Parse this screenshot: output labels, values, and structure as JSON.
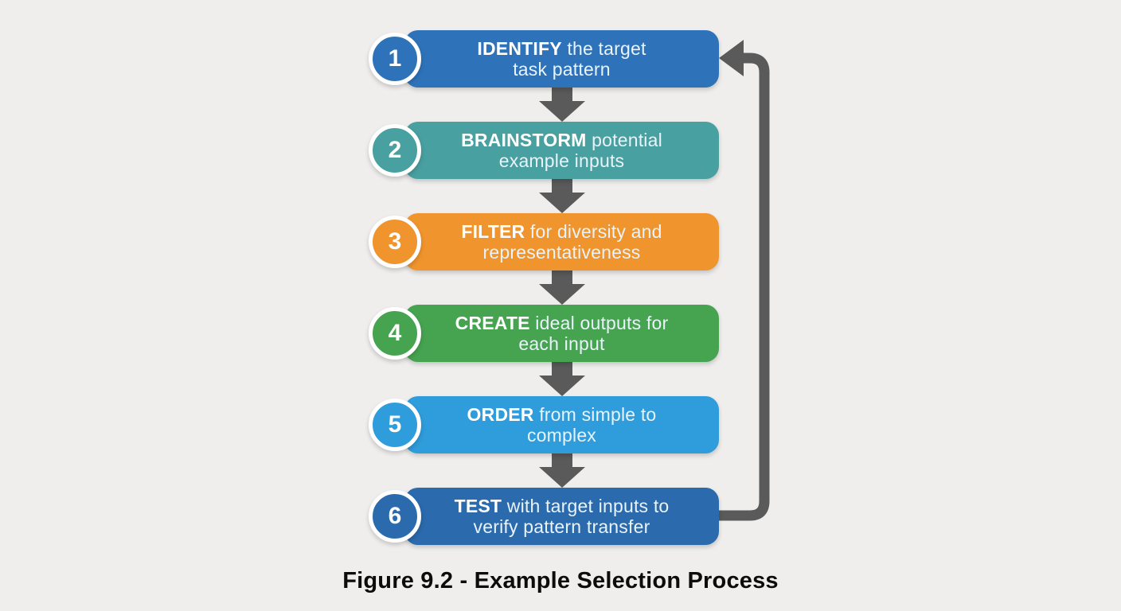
{
  "background": "#efeeed",
  "colors": {
    "arrow": "#5a5a5a",
    "badge_ring": "#ffffff",
    "box_text": "#e9f3fa",
    "keyword_text": "#ffffff",
    "caption_text": "#0c0c0c"
  },
  "steps": [
    {
      "number": "1",
      "keyword": "IDENTIFY",
      "line1_rest": " the target",
      "line2": "task pattern",
      "color": "#2e73ba"
    },
    {
      "number": "2",
      "keyword": "BRAINSTORM",
      "line1_rest": " potential",
      "line2": "example inputs",
      "color": "#49a0a0"
    },
    {
      "number": "3",
      "keyword": "FILTER",
      "line1_rest": " for diversity and",
      "line2": "representativeness",
      "color": "#f0942d"
    },
    {
      "number": "4",
      "keyword": "CREATE",
      "line1_rest": " ideal outputs for",
      "line2": "each input",
      "color": "#46a350"
    },
    {
      "number": "5",
      "keyword": "ORDER",
      "line1_rest": " from simple to",
      "line2": "complex",
      "color": "#2f9cdb"
    },
    {
      "number": "6",
      "keyword": "TEST",
      "line1_rest": " with target inputs to",
      "line2": "verify pattern transfer",
      "color": "#2a6aad"
    }
  ],
  "caption": "Figure 9.2 - Example Selection Process"
}
